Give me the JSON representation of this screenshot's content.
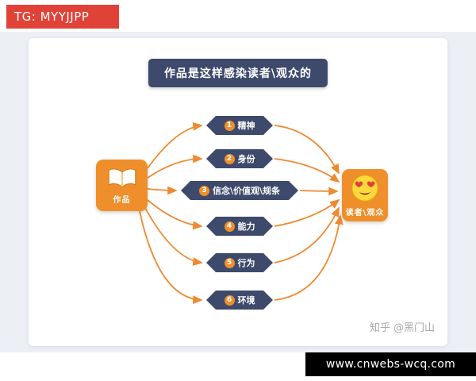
{
  "banner": {
    "label": "TG: MYYJJPP"
  },
  "title": {
    "text": "作品是这样感染读者\\观众的"
  },
  "diagram": {
    "source": {
      "label": "作品",
      "icon": "book-icon"
    },
    "target": {
      "label": "读者\\观众",
      "icon": "heart-eyes-face-icon"
    },
    "levels": [
      {
        "num": "1",
        "label": "精神"
      },
      {
        "num": "2",
        "label": "身份"
      },
      {
        "num": "3",
        "label": "信念\\价值观\\规条"
      },
      {
        "num": "4",
        "label": "能力"
      },
      {
        "num": "5",
        "label": "行为"
      },
      {
        "num": "6",
        "label": "环境"
      }
    ]
  },
  "watermark": {
    "text": "知乎 @黑门山"
  },
  "footer": {
    "url": "www.cnwebs-wcq.com"
  },
  "colors": {
    "orange": "#ef8f2b",
    "navy": "#3e4a6b",
    "banner_red": "#e04238",
    "arrow": "#ee8a30"
  }
}
